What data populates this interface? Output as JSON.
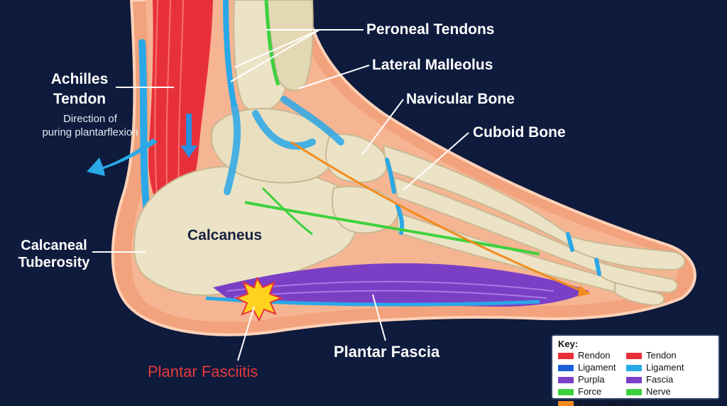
{
  "labels": {
    "peroneal_tendons": "Peroneal Tendons",
    "lateral_malleolus": "Lateral Malleolus",
    "navicular_bone": "Navicular Bone",
    "cuboid_bone": "Cuboid Bone",
    "achilles_line1": "Achilles",
    "achilles_line2": "Tendon",
    "direction_line1": "Direction of",
    "direction_line2": "puring plantarflexion",
    "calcaneal_line1": "Calcaneal",
    "calcaneal_line2": "Tuberosity",
    "calcaneus": "Calcaneus",
    "plantar_fascia": "Plantar Fascia",
    "plantar_fasciitis": "Plantar Fasciitis"
  },
  "legend": {
    "title": "Key:",
    "items": [
      {
        "label": "Rendon",
        "color": "#e8303a"
      },
      {
        "label": "Tendon",
        "color": "#e8303a"
      },
      {
        "label": "Ligament",
        "color": "#1f5fd6"
      },
      {
        "label": "Ligament",
        "color": "#2aa8e8"
      },
      {
        "label": "Purpla",
        "color": "#7b3fc6"
      },
      {
        "label": "Fascia",
        "color": "#7b3fc6"
      },
      {
        "label": "Force",
        "color": "#3ed13e"
      },
      {
        "label": "Nerve",
        "color": "#3ed13e"
      },
      {
        "label": "Force direction",
        "color": "#f28a1d"
      }
    ]
  },
  "colors": {
    "background": "#0e1b3d",
    "skin": "#f2a27c",
    "bone": "#ece3c6",
    "tendon_red": "#e8303a",
    "ligament_blue": "#2aa8e8",
    "fascia_purple": "#7b3fc6",
    "nerve_green": "#3ed13e",
    "force_orange": "#f28a1d",
    "inflammation": "#ffd21f"
  }
}
